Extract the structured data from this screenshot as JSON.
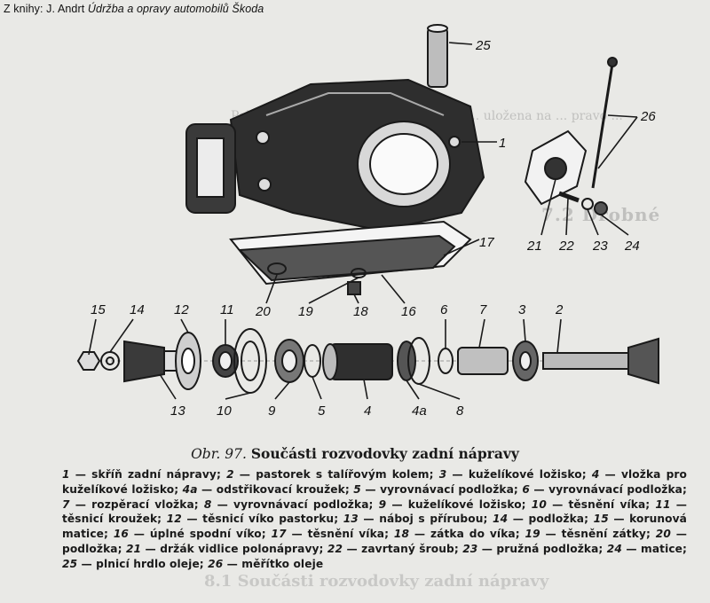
{
  "source_line": {
    "prefix": "Z knihy: J. Andrt",
    "title": "Údržba a opravy automobilů Škoda"
  },
  "figure": {
    "number_label": "Obr. 97.",
    "title": "Součásti rozvodovky zadní nápravy",
    "callouts": [
      "1",
      "2",
      "3",
      "4",
      "4a",
      "5",
      "6",
      "7",
      "8",
      "9",
      "10",
      "11",
      "12",
      "13",
      "14",
      "15",
      "16",
      "17",
      "18",
      "19",
      "20",
      "21",
      "22",
      "23",
      "24",
      "25",
      "26"
    ]
  },
  "legend": [
    {
      "num": "1",
      "text": "skříň zadní nápravy"
    },
    {
      "num": "2",
      "text": "pastorek s talířovým kolem"
    },
    {
      "num": "3",
      "text": "kuželíkové ložisko"
    },
    {
      "num": "4",
      "text": "vložka pro kuželíkové ložisko"
    },
    {
      "num": "4a",
      "text": "odstřikovací kroužek"
    },
    {
      "num": "5",
      "text": "vyrovnávací podložka"
    },
    {
      "num": "6",
      "text": "vyrovnávací podložka"
    },
    {
      "num": "7",
      "text": "rozpěrací vložka"
    },
    {
      "num": "8",
      "text": "vyrovnávací podložka"
    },
    {
      "num": "9",
      "text": "kuželíkové ložisko"
    },
    {
      "num": "10",
      "text": "těsnění víka"
    },
    {
      "num": "11",
      "text": "těsnicí kroužek"
    },
    {
      "num": "12",
      "text": "těsnicí víko pastorku"
    },
    {
      "num": "13",
      "text": "náboj s přírubou"
    },
    {
      "num": "14",
      "text": "podložka"
    },
    {
      "num": "15",
      "text": "korunová matice"
    },
    {
      "num": "16",
      "text": "úplné spodní víko"
    },
    {
      "num": "17",
      "text": "těsnění víka"
    },
    {
      "num": "18",
      "text": "zátka do víka"
    },
    {
      "num": "19",
      "text": "těsnění zátky"
    },
    {
      "num": "20",
      "text": "podložka"
    },
    {
      "num": "21",
      "text": "držák vidlice polonápravy"
    },
    {
      "num": "22",
      "text": "zavrtaný šroub"
    },
    {
      "num": "23",
      "text": "pružná podložka"
    },
    {
      "num": "24",
      "text": "matice"
    },
    {
      "num": "25",
      "text": "plnicí hrdlo oleje"
    },
    {
      "num": "26",
      "text": "měřítko oleje"
    }
  ],
  "background_text": {
    "bleed_1": "Pokud je náprava ... s polonápravami ... uložena na ... pravo ...",
    "bleed_2": "7.2 Drobné",
    "bleed_3": "8.1 Součásti rozvodovky zadní nápravy"
  }
}
